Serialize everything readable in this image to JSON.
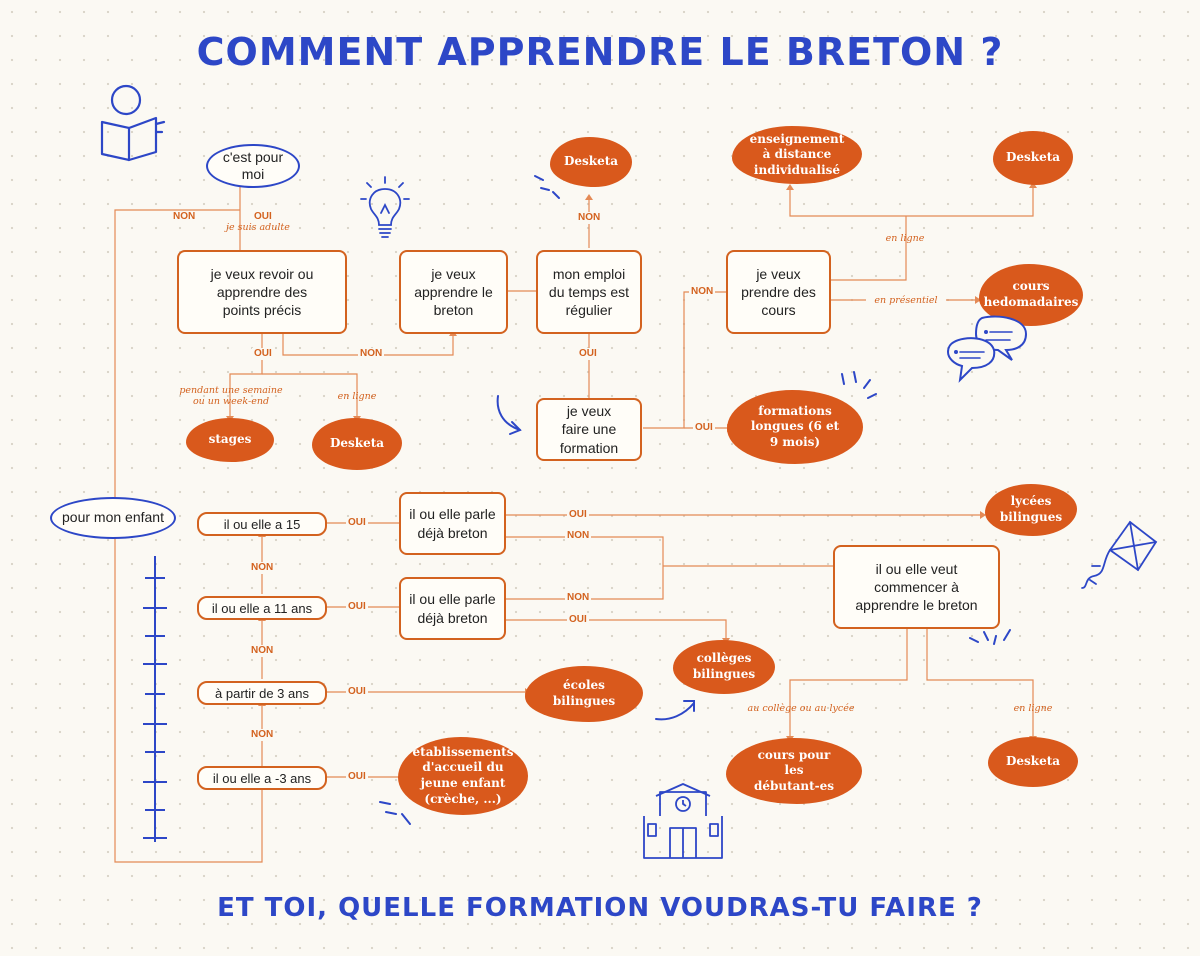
{
  "title": "COMMENT APPRENDRE LE BRETON ?",
  "footer": "ET TOI, QUELLE FORMATION VOUDRAS-TU FAIRE ?",
  "colors": {
    "orange": "#d9591c",
    "blue": "#2d47c7",
    "background": "#fbf9f3"
  },
  "start": {
    "moi": "c'est pour moi",
    "enfant": "pour mon enfant"
  },
  "questions": {
    "revoir": "je veux revoir ou apprendre des points précis",
    "apprendre": "je veux apprendre le breton",
    "emploi": "mon emploi du temps est régulier",
    "formation": "je veux faire une formation",
    "cours": "je veux prendre des cours",
    "parle1": "il ou elle parle déjà breton",
    "parle2": "il ou elle parle déjà breton",
    "commencer": "il ou elle veut commencer à apprendre le breton"
  },
  "ages": [
    "il ou elle a 15",
    "il ou elle a 11 ans",
    "à partir de 3 ans",
    "il ou elle a -3 ans"
  ],
  "outcomes": {
    "desketa1": "Desketa",
    "enseignement": "enseignement à distance individualisé",
    "desketa2": "Desketa",
    "cours_hebdo": "cours hedomadaires",
    "formations_longues": "formations longues (6 et 9 mois)",
    "stages": "stages",
    "desketa3": "Desketa",
    "lycees": "lycées bilingues",
    "colleges": "collèges bilingues",
    "ecoles": "écoles bilingues",
    "etablissements": "établissements d'accueil du jeune enfant (crèche, ...)",
    "debutants": "cours pour les débutant-es",
    "desketa4": "Desketa"
  },
  "labels": {
    "oui": "OUI",
    "non": "NON",
    "adulte": "je suis adulte",
    "en_ligne": "en ligne",
    "en_presentiel": "en présentiel",
    "semaine": "pendant une semaine ou un week-end",
    "college_lycee": "au collège ou au lycée"
  },
  "icons": [
    "reading-person-icon",
    "lightbulb-icon",
    "speech-bubbles-icon",
    "kite-icon",
    "school-building-icon",
    "arrow-icon"
  ]
}
